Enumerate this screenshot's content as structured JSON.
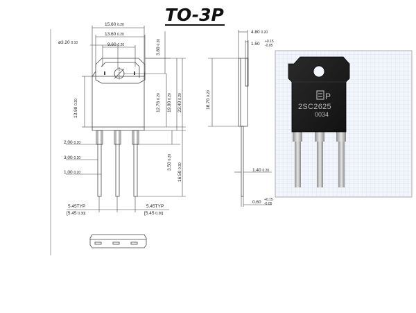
{
  "title": "TO-3P",
  "front_view": {
    "dims": {
      "width_total": {
        "value": "15.60",
        "tol": "0.20"
      },
      "width_tab": {
        "value": "13.60",
        "tol": "0.20"
      },
      "width_inner": {
        "value": "9.60",
        "tol": "0.20"
      },
      "hole_dia": {
        "value": "ø3.20",
        "tol": "0.10"
      },
      "hole_offset": {
        "value": "3.80",
        "tol": "0.20"
      },
      "body_height_left": {
        "value": "13.90",
        "tol": "0.20"
      },
      "h_12_76": {
        "value": "12.76",
        "tol": "0.20"
      },
      "h_19_90": {
        "value": "19.90",
        "tol": "0.20"
      },
      "h_23_40": {
        "value": "23.40",
        "tol": "0.20"
      },
      "h_3_50": {
        "value": "3.50",
        "tol": "0.20"
      },
      "h_16_50": {
        "value": "16.50",
        "tol": "0.30"
      },
      "lead_2_00": {
        "value": "2.00",
        "tol": "0.20"
      },
      "lead_3_00": {
        "value": "3.00",
        "tol": "0.20"
      },
      "lead_1_00": {
        "value": "1.00",
        "tol": "0.20"
      },
      "pitch_left_typ": "5.45TYP",
      "pitch_left": {
        "value": "[5.45",
        "tol": "0.30]"
      },
      "pitch_right_typ": "5.45TYP",
      "pitch_right": {
        "value": "[5.45",
        "tol": "0.30]"
      }
    }
  },
  "side_view": {
    "dims": {
      "thickness": {
        "value": "4.80",
        "tol": "0.20"
      },
      "tab_thick": {
        "value": "1.50",
        "tol_plus": "+0.15",
        "tol_minus": "-0.05"
      },
      "height_18_70": {
        "value": "18.70",
        "tol": "0.20"
      },
      "lead_1_40": {
        "value": "1.40",
        "tol": "0.20"
      },
      "lead_0_60": {
        "value": "0.60",
        "tol_plus": "+0.15",
        "tol_minus": "-0.05"
      }
    }
  },
  "photo": {
    "marking_line1": "2SC2625",
    "marking_line2": "0034",
    "logo_letter": "P"
  },
  "colors": {
    "line": "#444444",
    "grid_bg": "#f2f5fb",
    "grid_line": "#c9d3ea",
    "body_black": "#1d1d1d",
    "lead_metal": "#b8b8b8"
  }
}
